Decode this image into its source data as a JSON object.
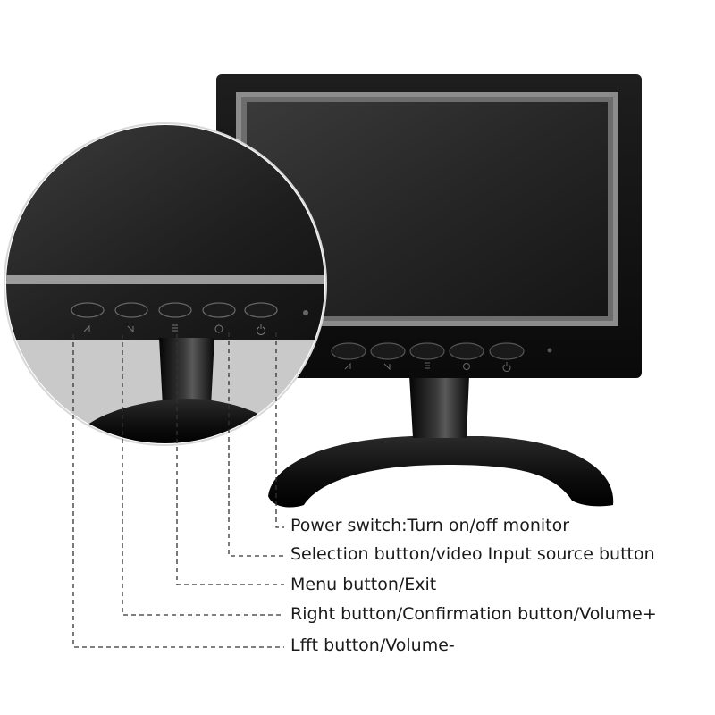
{
  "callouts": {
    "power": "Power switch:Turn on/off monitor",
    "selection": "Selection button/video Input source button",
    "menu": "Menu button/Exit",
    "right": "Right button/Confirmation button/Volume+",
    "left": "Lfft button/Volume-"
  },
  "buttons": [
    {
      "icon": "left-arrow-icon"
    },
    {
      "icon": "right-arrow-icon"
    },
    {
      "icon": "menu-icon"
    },
    {
      "icon": "source-cycle-icon"
    },
    {
      "icon": "power-icon"
    }
  ],
  "colors": {
    "bezel": "#111111",
    "screen": "#2a2a2a",
    "frame_silver": "#9a9a9a",
    "leader_line": "#333333"
  }
}
